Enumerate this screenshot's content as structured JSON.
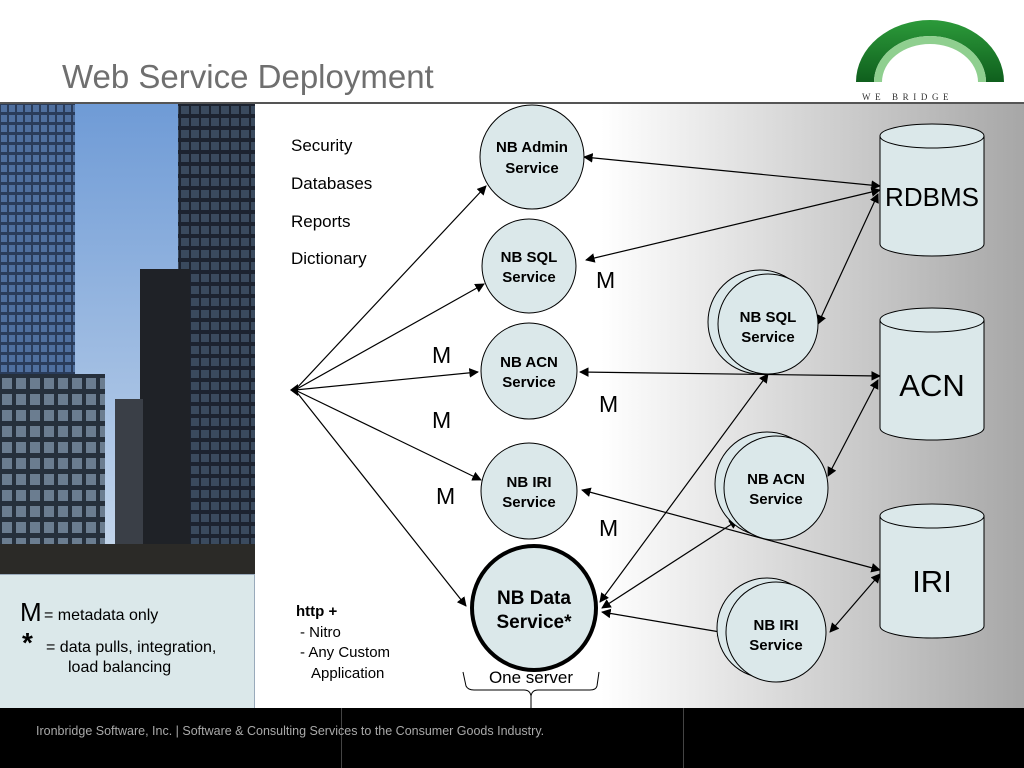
{
  "title": "Web Service Deployment",
  "logo_text": "WE BRIDGE DATA",
  "topics": [
    "Security",
    "Databases",
    "Reports",
    "Dictionary"
  ],
  "services_left": {
    "admin": [
      "NB Admin",
      "Service"
    ],
    "sql": [
      "NB SQL",
      "Service"
    ],
    "acn": [
      "NB ACN",
      "Service"
    ],
    "iri": [
      "NB IRI",
      "Service"
    ],
    "data": [
      "NB Data",
      "Service*"
    ]
  },
  "services_right": {
    "sql": [
      "NB SQL",
      "Service"
    ],
    "acn": [
      "NB ACN",
      "Service"
    ],
    "iri": [
      "NB IRI",
      "Service"
    ]
  },
  "databases": [
    "RDBMS",
    "ACN",
    "IRI"
  ],
  "m_label": "M",
  "http": {
    "title": "http +",
    "items": [
      "- Nitro",
      "- Any Custom",
      "Application"
    ]
  },
  "one_server": "One server",
  "legend": {
    "m_symbol": "M",
    "m_text": "= metadata only",
    "star_symbol": "*",
    "star_text_1": "= data pulls, integration,",
    "star_text_2": "load balancing"
  },
  "footer": "Ironbridge Software, Inc. | Software & Consulting Services to the Consumer Goods Industry.",
  "colors": {
    "node_fill": "#dbe8ea",
    "title": "#6f6f6f",
    "logo_green": "#1f8a2e",
    "footer_bg": "#000000"
  }
}
